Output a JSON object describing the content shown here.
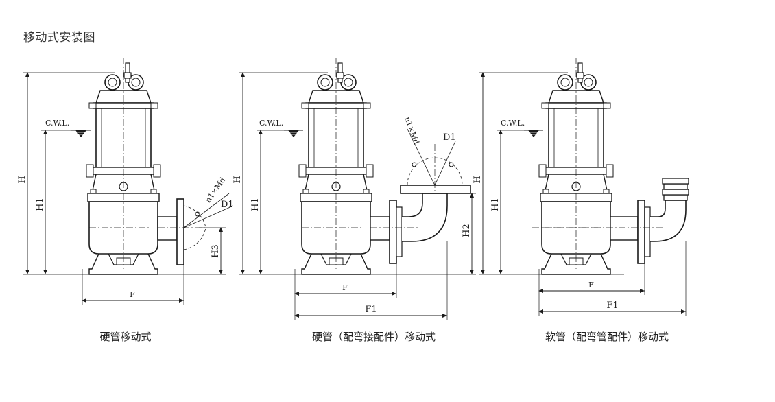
{
  "page": {
    "title": "移动式安装图"
  },
  "figures": [
    {
      "caption": "硬管移动式",
      "labels": {
        "cwl": "C.W.L.",
        "h": "H",
        "h1": "H1",
        "h3": "H3",
        "f": "F",
        "d1": "D1",
        "bolts": "n1×Md"
      }
    },
    {
      "caption": "硬管（配弯接配件）移动式",
      "labels": {
        "cwl": "C.W.L.",
        "h": "H",
        "h1": "H1",
        "h2": "H2",
        "f": "F",
        "f1": "F1",
        "d1": "D1",
        "bolts": "n1×Md"
      }
    },
    {
      "caption": "软管（配弯管配件）移动式",
      "labels": {
        "cwl": "C.W.L.",
        "h": "H",
        "h1": "H1",
        "f": "F",
        "f1": "F1"
      }
    }
  ],
  "colors": {
    "line": "#1a1a1a",
    "background": "#ffffff"
  }
}
